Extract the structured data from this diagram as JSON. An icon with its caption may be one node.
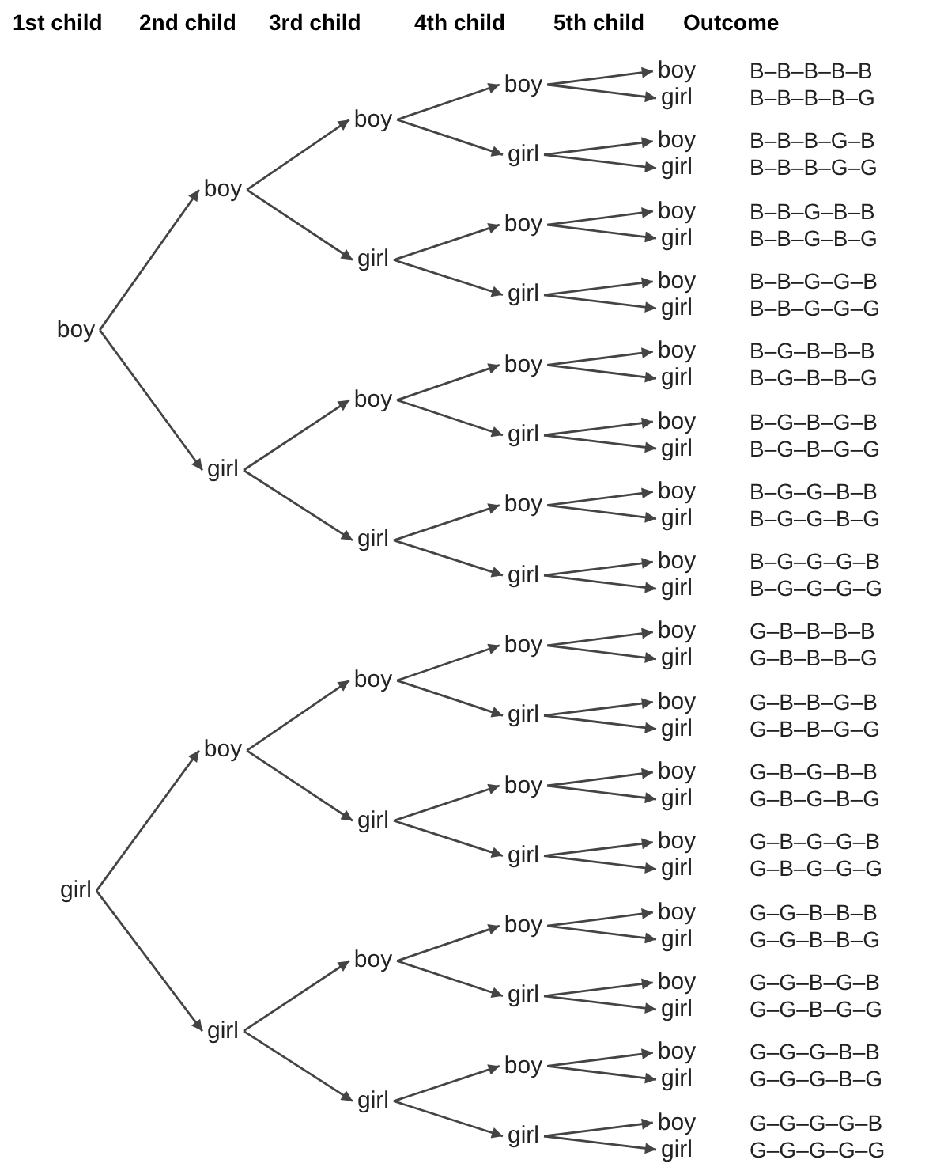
{
  "diagram": {
    "nodes": [
      {
        "text": [
          "boy"
        ]
      },
      {
        "text": [
          "boy"
        ]
      },
      {
        "text": [
          "boy"
        ]
      },
      {
        "text": [
          "boy"
        ]
      },
      {
        "text": [
          "boy"
        ],
        "beside": [
          "B–B–B–B–B"
        ]
      },
      {
        "text": [
          "girl"
        ],
        "beside": [
          "B–B–B–B–G"
        ]
      },
      {
        "text": [
          "girl"
        ]
      },
      {
        "text": [
          "boy"
        ],
        "beside": [
          "B–B–B–G–B"
        ]
      },
      {
        "text": [
          "girl"
        ],
        "beside": [
          "B–B–B–G–G"
        ]
      },
      {
        "text": [
          "girl"
        ]
      },
      {
        "text": [
          "boy"
        ]
      },
      {
        "text": [
          "boy"
        ],
        "beside": [
          "B–B–G–B–B"
        ]
      },
      {
        "text": [
          "girl"
        ],
        "beside": [
          "B–B–G–B–G"
        ]
      },
      {
        "text": [
          "girl"
        ]
      },
      {
        "text": [
          "boy"
        ],
        "beside": [
          "B–B–G–G–B"
        ]
      },
      {
        "text": [
          "girl"
        ],
        "beside": [
          "B–B–G–G–G"
        ]
      },
      {
        "text": [
          "girl"
        ]
      },
      {
        "text": [
          "boy"
        ]
      },
      {
        "text": [
          "boy"
        ]
      },
      {
        "text": [
          "boy"
        ],
        "beside": [
          "B–G–B–B–B"
        ]
      },
      {
        "text": [
          "girl"
        ],
        "beside": [
          "B–G–B–B–G"
        ]
      },
      {
        "text": [
          "girl"
        ]
      },
      {
        "text": [
          "boy"
        ],
        "beside": [
          "B–G–B–G–B"
        ]
      },
      {
        "text": [
          "girl"
        ],
        "beside": [
          "B–G–B–G–G"
        ]
      },
      {
        "text": [
          "girl"
        ]
      },
      {
        "text": [
          "boy"
        ]
      },
      {
        "text": [
          "boy"
        ],
        "beside": [
          "B–G–G–B–B"
        ]
      },
      {
        "text": [
          "girl"
        ],
        "beside": [
          "B–G–G–B–G"
        ]
      },
      {
        "text": [
          "girl"
        ]
      },
      {
        "text": [
          "boy"
        ],
        "beside": [
          "B–G–G–G–B"
        ]
      },
      {
        "text": [
          "girl"
        ],
        "beside": [
          "B–G–G–G–G"
        ]
      },
      {
        "text": [
          "girl"
        ]
      },
      {
        "text": [
          "boy"
        ]
      },
      {
        "text": [
          "boy"
        ]
      },
      {
        "text": [
          "boy"
        ]
      },
      {
        "text": [
          "boy"
        ],
        "beside": [
          "G–B–B–B–B"
        ]
      },
      {
        "text": [
          "girl"
        ],
        "beside": [
          "G–B–B–B–G"
        ]
      },
      {
        "text": [
          "girl"
        ]
      },
      {
        "text": [
          "boy"
        ],
        "beside": [
          "G–B–B–G–B"
        ]
      },
      {
        "text": [
          "girl"
        ],
        "beside": [
          "G–B–B–G–G"
        ]
      },
      {
        "text": [
          "girl"
        ]
      },
      {
        "text": [
          "boy"
        ]
      },
      {
        "text": [
          "boy"
        ],
        "beside": [
          "G–B–G–B–B"
        ]
      },
      {
        "text": [
          "girl"
        ],
        "beside": [
          "G–B–G–B–G"
        ]
      },
      {
        "text": [
          "girl"
        ]
      },
      {
        "text": [
          "boy"
        ],
        "beside": [
          "G–B–G–G–B"
        ]
      },
      {
        "text": [
          "girl"
        ],
        "beside": [
          "G–B–G–G–G"
        ]
      },
      {
        "text": [
          "girl"
        ]
      },
      {
        "text": [
          "boy"
        ]
      },
      {
        "text": [
          "boy"
        ]
      },
      {
        "text": [
          "boy"
        ],
        "beside": [
          "G–G–B–B–B"
        ]
      },
      {
        "text": [
          "girl"
        ],
        "beside": [
          "G–G–B–B–G"
        ]
      },
      {
        "text": [
          "girl"
        ]
      },
      {
        "text": [
          "boy"
        ],
        "beside": [
          "G–G–B–G–B"
        ]
      },
      {
        "text": [
          "girl"
        ],
        "beside": [
          "G–G–B–G–G"
        ]
      },
      {
        "text": [
          "girl"
        ]
      },
      {
        "text": [
          "boy"
        ]
      },
      {
        "text": [
          "boy"
        ],
        "beside": [
          "G–G–G–B–B"
        ]
      },
      {
        "text": [
          "girl"
        ],
        "beside": [
          "G–G–G–B–G"
        ]
      },
      {
        "text": [
          "girl"
        ]
      },
      {
        "text": [
          "boy"
        ],
        "beside": [
          "G–G–G–G–B"
        ]
      },
      {
        "text": [
          "girl"
        ],
        "beside": [
          "G–G–G–G–G"
        ]
      }
    ],
    "edges": [
      {
        "from": 0,
        "to": 1,
        "arrow": "to"
      },
      {
        "from": 1,
        "to": 2,
        "arrow": "to"
      },
      {
        "from": 2,
        "to": 3,
        "arrow": "to"
      },
      {
        "from": 3,
        "to": 4,
        "arrow": "to"
      },
      {
        "from": 3,
        "to": 5,
        "arrow": "to"
      },
      {
        "from": 2,
        "to": 6,
        "arrow": "to"
      },
      {
        "from": 6,
        "to": 7,
        "arrow": "to"
      },
      {
        "from": 6,
        "to": 8,
        "arrow": "to"
      },
      {
        "from": 1,
        "to": 9,
        "arrow": "to"
      },
      {
        "from": 9,
        "to": 10,
        "arrow": "to"
      },
      {
        "from": 10,
        "to": 11,
        "arrow": "to"
      },
      {
        "from": 10,
        "to": 12,
        "arrow": "to"
      },
      {
        "from": 9,
        "to": 13,
        "arrow": "to"
      },
      {
        "from": 13,
        "to": 14,
        "arrow": "to"
      },
      {
        "from": 13,
        "to": 15,
        "arrow": "to"
      },
      {
        "from": 0,
        "to": 16,
        "arrow": "to"
      },
      {
        "from": 16,
        "to": 17,
        "arrow": "to"
      },
      {
        "from": 17,
        "to": 18,
        "arrow": "to"
      },
      {
        "from": 18,
        "to": 19,
        "arrow": "to"
      },
      {
        "from": 18,
        "to": 20,
        "arrow": "to"
      },
      {
        "from": 17,
        "to": 21,
        "arrow": "to"
      },
      {
        "from": 21,
        "to": 22,
        "arrow": "to"
      },
      {
        "from": 21,
        "to": 23,
        "arrow": "to"
      },
      {
        "from": 16,
        "to": 24,
        "arrow": "to"
      },
      {
        "from": 24,
        "to": 25,
        "arrow": "to"
      },
      {
        "from": 25,
        "to": 26,
        "arrow": "to"
      },
      {
        "from": 25,
        "to": 27,
        "arrow": "to"
      },
      {
        "from": 24,
        "to": 28,
        "arrow": "to"
      },
      {
        "from": 28,
        "to": 29,
        "arrow": "to"
      },
      {
        "from": 28,
        "to": 30,
        "arrow": "to"
      },
      {
        "from": 31,
        "to": 32,
        "arrow": "to"
      },
      {
        "from": 32,
        "to": 33,
        "arrow": "to"
      },
      {
        "from": 33,
        "to": 34,
        "arrow": "to"
      },
      {
        "from": 34,
        "to": 35,
        "arrow": "to"
      },
      {
        "from": 34,
        "to": 36,
        "arrow": "to"
      },
      {
        "from": 33,
        "to": 37,
        "arrow": "to"
      },
      {
        "from": 37,
        "to": 38,
        "arrow": "to"
      },
      {
        "from": 37,
        "to": 39,
        "arrow": "to"
      },
      {
        "from": 32,
        "to": 40,
        "arrow": "to"
      },
      {
        "from": 40,
        "to": 41,
        "arrow": "to"
      },
      {
        "from": 41,
        "to": 42,
        "arrow": "to"
      },
      {
        "from": 41,
        "to": 43,
        "arrow": "to"
      },
      {
        "from": 40,
        "to": 44,
        "arrow": "to"
      },
      {
        "from": 44,
        "to": 45,
        "arrow": "to"
      },
      {
        "from": 44,
        "to": 46,
        "arrow": "to"
      },
      {
        "from": 31,
        "to": 47,
        "arrow": "to"
      },
      {
        "from": 47,
        "to": 48,
        "arrow": "to"
      },
      {
        "from": 48,
        "to": 49,
        "arrow": "to"
      },
      {
        "from": 49,
        "to": 50,
        "arrow": "to"
      },
      {
        "from": 49,
        "to": 51,
        "arrow": "to"
      },
      {
        "from": 48,
        "to": 52,
        "arrow": "to"
      },
      {
        "from": 52,
        "to": 53,
        "arrow": "to"
      },
      {
        "from": 52,
        "to": 54,
        "arrow": "to"
      },
      {
        "from": 47,
        "to": 55,
        "arrow": "to"
      },
      {
        "from": 55,
        "to": 56,
        "arrow": "to"
      },
      {
        "from": 56,
        "to": 57,
        "arrow": "to"
      },
      {
        "from": 56,
        "to": 58,
        "arrow": "to"
      },
      {
        "from": 55,
        "to": 59,
        "arrow": "to"
      },
      {
        "from": 59,
        "to": 60,
        "arrow": "to"
      },
      {
        "from": 59,
        "to": 61,
        "arrow": "to"
      }
    ],
    "labels": [
      "1st child",
      "2nd child",
      "3rd child",
      "4th child",
      "5th child",
      "Outcome"
    ]
  }
}
